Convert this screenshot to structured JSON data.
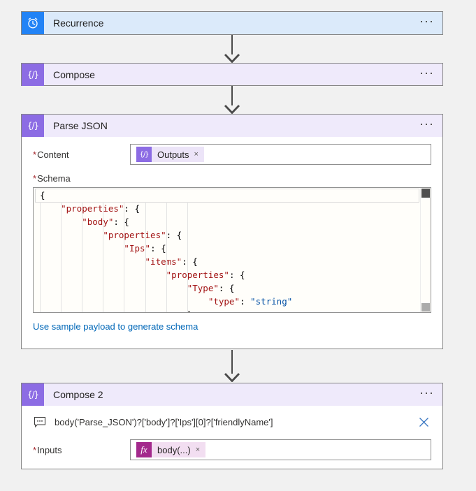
{
  "menu_glyph": "···",
  "icons": {
    "recurrence": "alarm-clock-icon",
    "compose": "braces-slash-icon",
    "expression": "fx-icon",
    "tooltip": "comment-bubble-icon",
    "dismiss": "close-x-icon",
    "menu": "ellipsis-icon",
    "brace_glyph": "{/}",
    "fx_glyph": "fx",
    "token_remove_glyph": "×"
  },
  "colors": {
    "recurrence_icon": "#2283f6",
    "recurrence_header": "#dbeafa",
    "compose_icon": "#8c6ce4",
    "compose_header": "#efeafb",
    "expression_icon": "#a3298c",
    "expression_pill": "#f2def1",
    "dynamic_token_pill": "#ece4f8",
    "link": "#0067b8",
    "schema_key": "#a31515",
    "schema_value": "#0451a5",
    "close_x": "#3a77c2",
    "arrow": "#4a4a4a"
  },
  "recurrence": {
    "title": "Recurrence"
  },
  "compose": {
    "title": "Compose"
  },
  "parse_json": {
    "title": "Parse JSON",
    "required_mark": "*",
    "content_label": "Content",
    "content_token": {
      "label": "Outputs",
      "remove": "×"
    },
    "schema_label": "Schema",
    "sample_link": "Use sample payload to generate schema",
    "schema_lines": [
      {
        "highlight": true,
        "segments": [
          {
            "t": "{",
            "c": ""
          }
        ]
      },
      {
        "segments": [
          {
            "t": "    ",
            "c": ""
          },
          {
            "t": "\"properties\"",
            "c": "k"
          },
          {
            "t": ": {",
            "c": ""
          }
        ]
      },
      {
        "segments": [
          {
            "t": "        ",
            "c": ""
          },
          {
            "t": "\"body\"",
            "c": "k"
          },
          {
            "t": ": {",
            "c": ""
          }
        ]
      },
      {
        "segments": [
          {
            "t": "            ",
            "c": ""
          },
          {
            "t": "\"properties\"",
            "c": "k"
          },
          {
            "t": ": {",
            "c": ""
          }
        ]
      },
      {
        "segments": [
          {
            "t": "                ",
            "c": ""
          },
          {
            "t": "\"Ips\"",
            "c": "k"
          },
          {
            "t": ": {",
            "c": ""
          }
        ]
      },
      {
        "segments": [
          {
            "t": "                    ",
            "c": ""
          },
          {
            "t": "\"items\"",
            "c": "k"
          },
          {
            "t": ": {",
            "c": ""
          }
        ]
      },
      {
        "segments": [
          {
            "t": "                        ",
            "c": ""
          },
          {
            "t": "\"properties\"",
            "c": "k"
          },
          {
            "t": ": {",
            "c": ""
          }
        ]
      },
      {
        "segments": [
          {
            "t": "                            ",
            "c": ""
          },
          {
            "t": "\"Type\"",
            "c": "k"
          },
          {
            "t": ": {",
            "c": ""
          }
        ]
      },
      {
        "segments": [
          {
            "t": "                                ",
            "c": ""
          },
          {
            "t": "\"type\"",
            "c": "k"
          },
          {
            "t": ": ",
            "c": ""
          },
          {
            "t": "\"string\"",
            "c": "v"
          }
        ]
      },
      {
        "segments": [
          {
            "t": "                            ",
            "c": ""
          },
          {
            "t": "}",
            "c": ""
          }
        ]
      }
    ]
  },
  "compose2": {
    "title": "Compose 2",
    "expression": "body('Parse_JSON')?['body']?['Ips'][0]?['friendlyName']",
    "required_mark": "*",
    "inputs_label": "Inputs",
    "inputs_token": {
      "label": "body(...)",
      "remove": "×"
    }
  }
}
